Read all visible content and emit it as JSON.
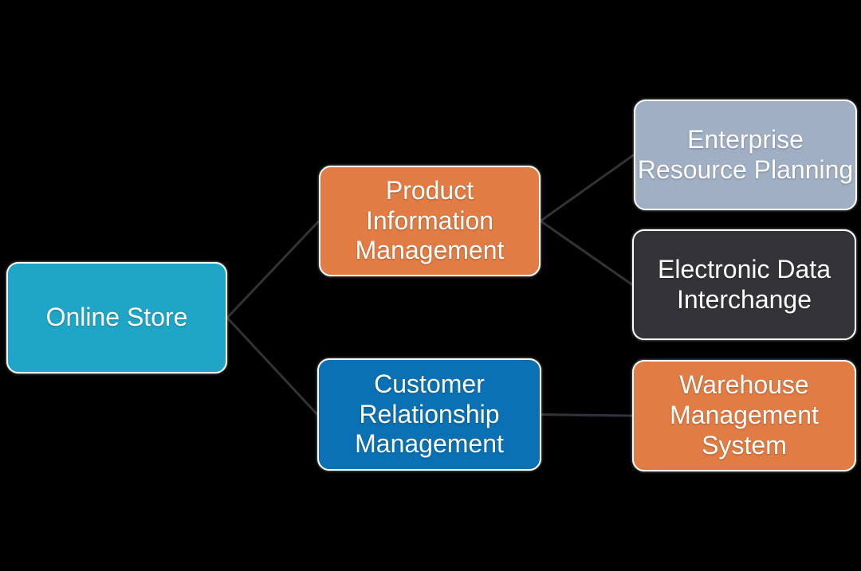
{
  "diagram": {
    "background_color": "#000000",
    "connector_color": "#333337",
    "connector_width": 3,
    "border_color": "#ffffff",
    "text_color": "#ffffff",
    "nodes": {
      "online_store": {
        "label": "Online Store",
        "color": "#1fa6c7"
      },
      "pim": {
        "label": "Product\nInformation\nManagement",
        "color": "#e17c44"
      },
      "crm": {
        "label": "Customer\nRelationship\nManagement",
        "color": "#0a71b4"
      },
      "erp": {
        "label": "Enterprise\nResource Planning",
        "color": "#a0afc4"
      },
      "edi": {
        "label": "Electronic Data\nInterchange",
        "color": "#343438"
      },
      "wms": {
        "label": "Warehouse\nManagement\nSystem",
        "color": "#e17c44"
      }
    },
    "edges": [
      {
        "from": "online_store",
        "to": "pim"
      },
      {
        "from": "online_store",
        "to": "crm"
      },
      {
        "from": "pim",
        "to": "erp"
      },
      {
        "from": "pim",
        "to": "edi"
      },
      {
        "from": "crm",
        "to": "wms"
      }
    ]
  }
}
